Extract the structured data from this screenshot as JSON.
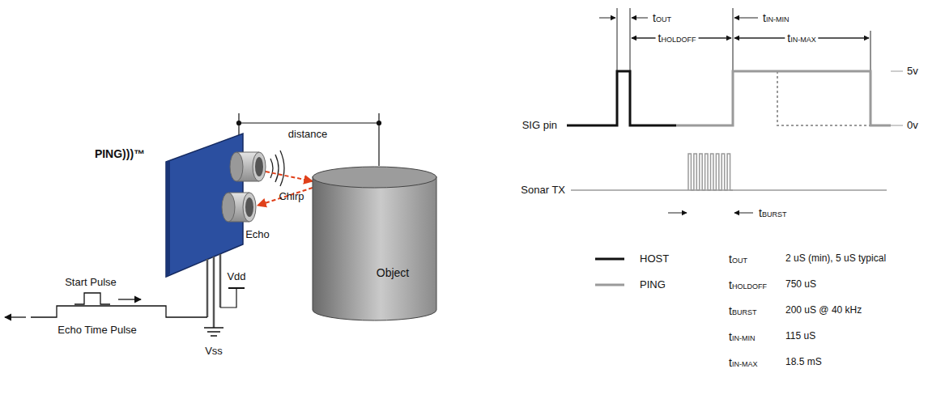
{
  "diagram": {
    "nodes": [
      {
        "text": [
          "Object"
        ]
      }
    ],
    "labels": [
      "distance",
      "PING)))™",
      "Chirp",
      "Echo",
      "Start Pulse",
      "Vdd",
      "Echo Time Pulse",
      "Vss",
      "tOUT",
      "tIN-MIN",
      "tHOLDOFF",
      "tIN-MAX",
      "5v",
      "SIG pin",
      "0v",
      "Sonar TX",
      "tBURST",
      "tOUT",
      "2 uS (min), 5 uS typical",
      "tHOLDOFF",
      "750 uS",
      "tBURST",
      "200 uS @ 40 kHz",
      "tIN-MIN",
      "115 uS",
      "tIN-MAX",
      "18.5 mS"
    ],
    "legend": [
      {
        "text": "HOST"
      },
      {
        "text": "PING"
      }
    ]
  }
}
